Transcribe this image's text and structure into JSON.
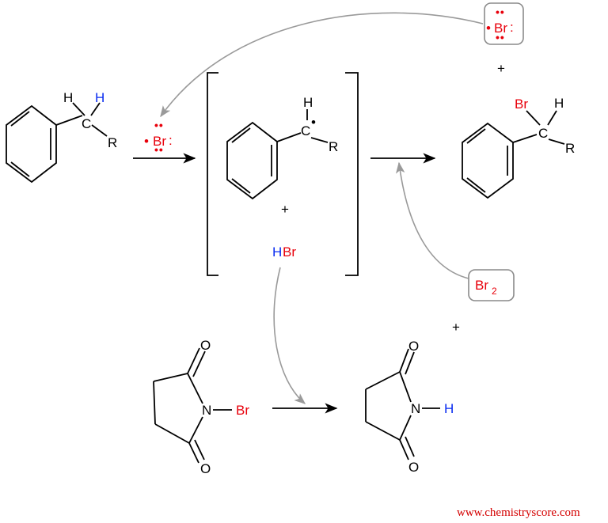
{
  "labels": {
    "h": "H",
    "c": "C",
    "r": "R",
    "br": "Br",
    "n": "N",
    "o": "O",
    "plus": "+",
    "radical_dot": "•",
    "lone_pair": ":",
    "lone_pair_pair": "••",
    "hbr_h": "H",
    "hbr_br": "Br",
    "br2_base": "Br",
    "br2_subscript": "2",
    "bond_dash": "–",
    "watermark": "www.chemistryscore.com"
  },
  "colors": {
    "bromine": "#e8000b",
    "hydrogen_highlight": "#0a2cf0",
    "bond": "#000000",
    "curved_arrow": "#9a9a9a",
    "box_border": "#8a8a8a",
    "watermark": "#d40000"
  }
}
